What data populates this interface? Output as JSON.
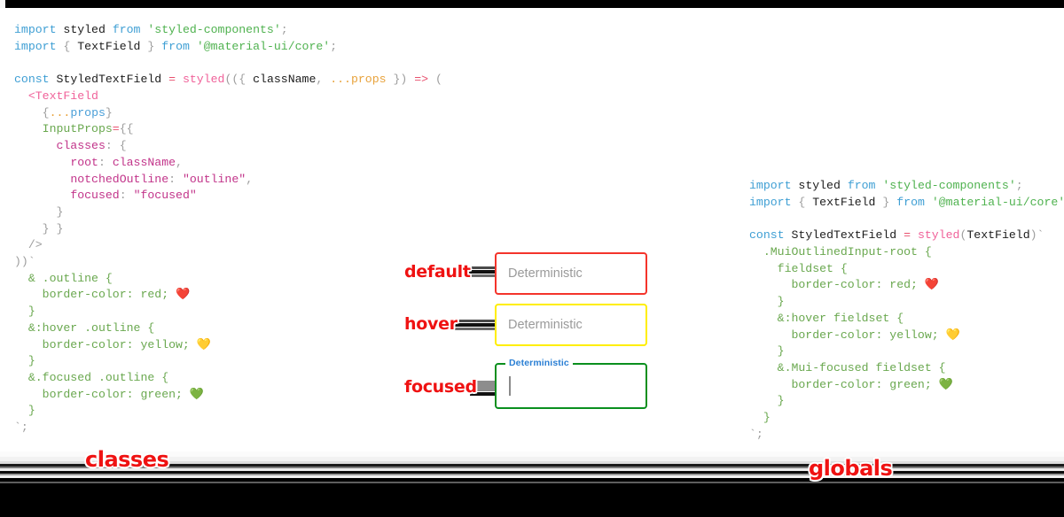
{
  "meta": {
    "accent_red": "#ef1212",
    "border_default": "#f4342b",
    "border_hover": "#ffee00",
    "border_focused": "#0a8f1e",
    "label_blue": "#2a7fd4"
  },
  "code_left": {
    "title": "classes-approach-snippet",
    "lines": [
      "import styled from 'styled-components';",
      "import { TextField } from '@material-ui/core';",
      "",
      "const StyledTextField = styled(({ className, ...props }) => (",
      "  <TextField",
      "    {...props}",
      "    InputProps={{",
      "      classes: {",
      "        root: className,",
      "        notchedOutline: \"outline\",",
      "        focused: \"focused\"",
      "      }",
      "    } }",
      "  />",
      "))`",
      "  & .outline {",
      "    border-color: red; ❤️",
      "  }",
      "  &:hover .outline {",
      "    border-color: yellow; 💛",
      "  }",
      "  &.focused .outline {",
      "    border-color: green; 💚",
      "  }",
      "`;"
    ]
  },
  "code_right": {
    "title": "globals-approach-snippet",
    "lines": [
      "import styled from 'styled-components';",
      "import { TextField } from '@material-ui/core';",
      "",
      "const StyledTextField = styled(TextField)`",
      "  .MuiOutlinedInput-root {",
      "    fieldset {",
      "      border-color: red; ❤️",
      "    }",
      "    &:hover fieldset {",
      "      border-color: yellow; 💛",
      "    }",
      "    &.Mui-focused fieldset {",
      "      border-color: green; 💚",
      "    }",
      "  }",
      "`;"
    ]
  },
  "demo": {
    "states": [
      {
        "key": "default",
        "annotation": "default",
        "placeholder": "Deterministic",
        "border_color": "#f4342b"
      },
      {
        "key": "hover",
        "annotation": "hover",
        "placeholder": "Deterministic",
        "border_color": "#ffee00"
      },
      {
        "key": "focused",
        "annotation": "focused",
        "label": "Deterministic",
        "border_color": "#0a8f1e",
        "value": ""
      }
    ]
  },
  "footer": {
    "left_label": "classes",
    "right_label": "globals"
  }
}
